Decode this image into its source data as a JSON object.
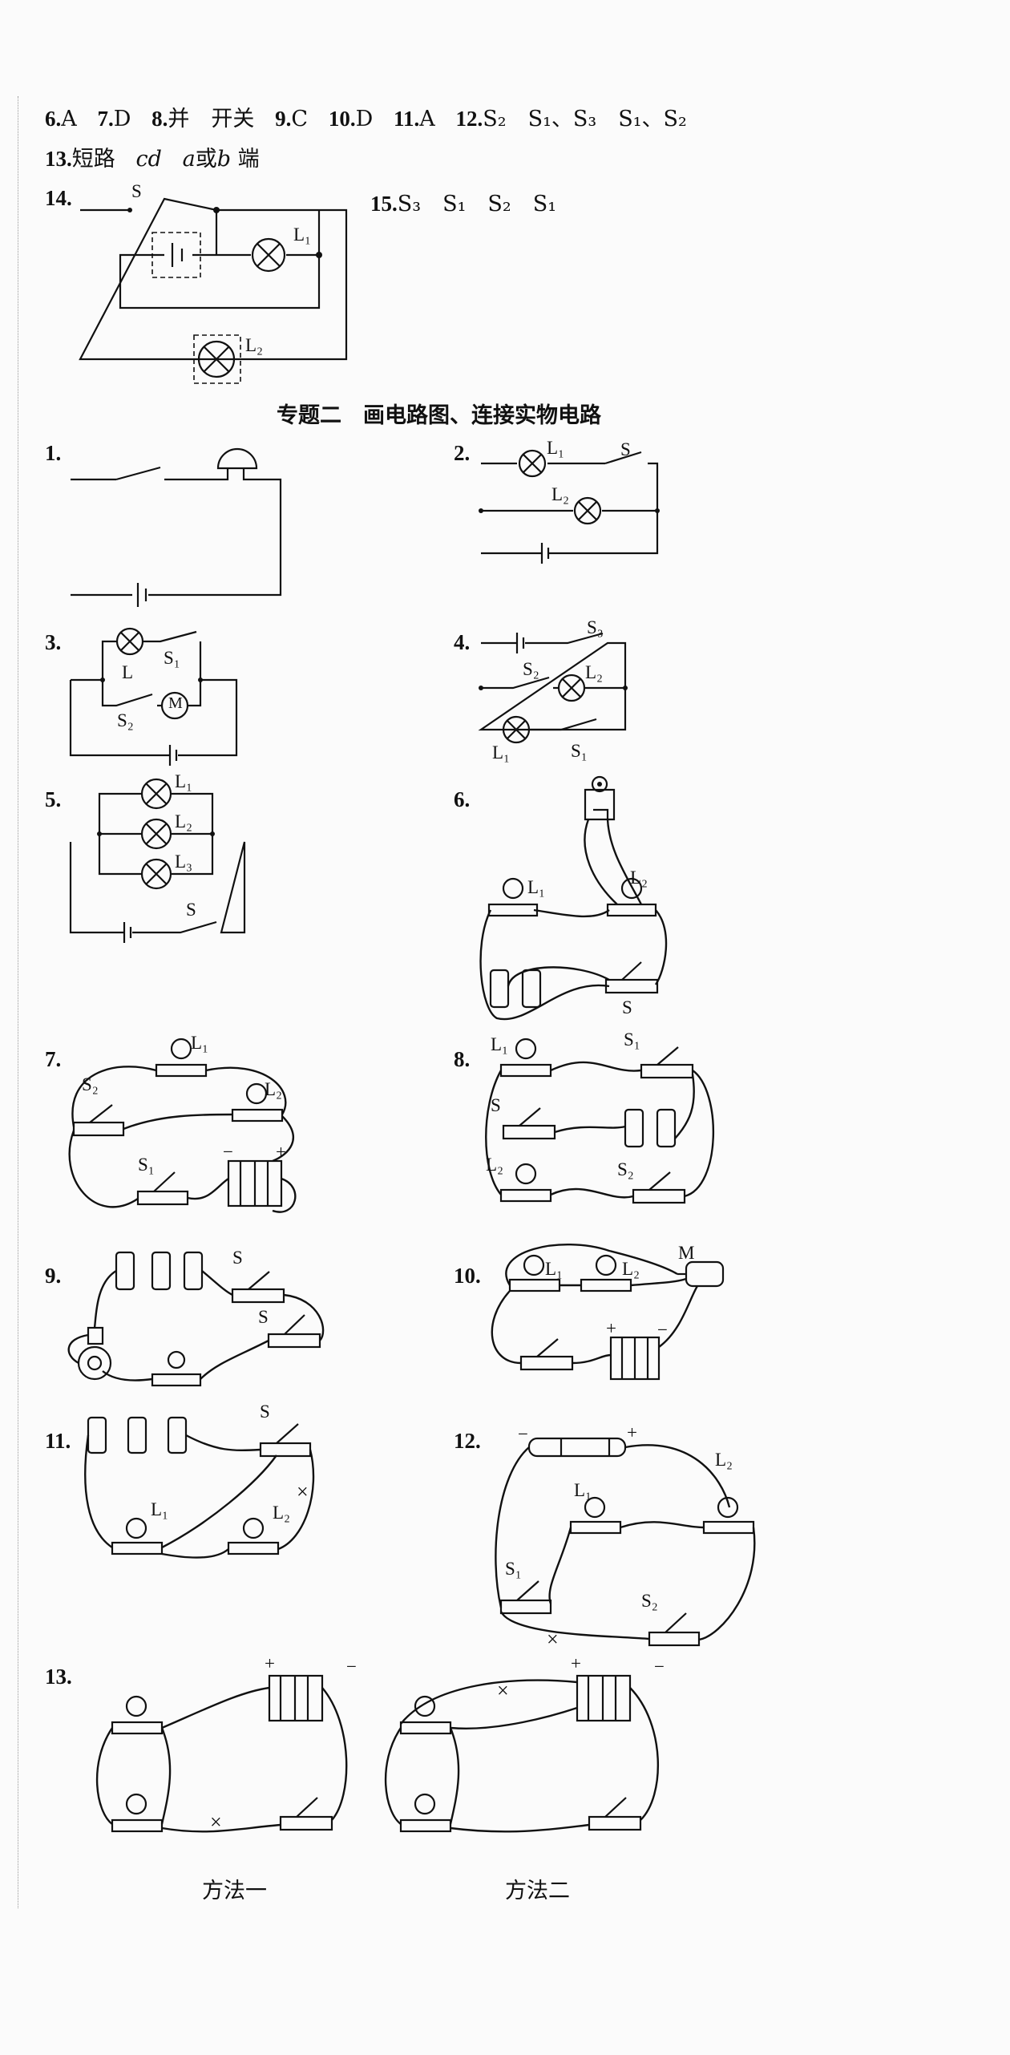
{
  "answers_line1": [
    {
      "num": "6.",
      "text": "A"
    },
    {
      "num": "7.",
      "text": "D"
    },
    {
      "num": "8.",
      "text": "并　开关"
    },
    {
      "num": "9.",
      "text": "C"
    },
    {
      "num": "10.",
      "text": "D"
    },
    {
      "num": "11.",
      "text": "A"
    },
    {
      "num": "12.",
      "text": "S₂　S₁、S₃　S₁、S₂"
    }
  ],
  "answer13": {
    "num": "13.",
    "short": "短路",
    "cd": "cd",
    "a": "a",
    "or": "或",
    "b": "b",
    "end": "端"
  },
  "answer14": {
    "num": "14.",
    "S": "S",
    "L1": "L₁",
    "L2": "L₂"
  },
  "answer15": {
    "num": "15.",
    "text": "S₃　S₁　S₂　S₁"
  },
  "section_title": "专题二　画电路图、连接实物电路",
  "problems": {
    "p1": "1.",
    "p2": "2.",
    "p3": "3.",
    "p4": "4.",
    "p5": "5.",
    "p6": "6.",
    "p7": "7.",
    "p8": "8.",
    "p9": "9.",
    "p10": "10.",
    "p11": "11.",
    "p12": "12.",
    "p13": "13."
  },
  "labels": {
    "L": "L",
    "L1": "L₁",
    "L2": "L₂",
    "L3": "L₃",
    "S": "S",
    "S1": "S₁",
    "S2": "S₂",
    "S3": "S₃",
    "M": "M",
    "plus": "+",
    "minus": "−",
    "x": "×"
  },
  "captions": {
    "method1": "方法一",
    "method2": "方法二"
  }
}
